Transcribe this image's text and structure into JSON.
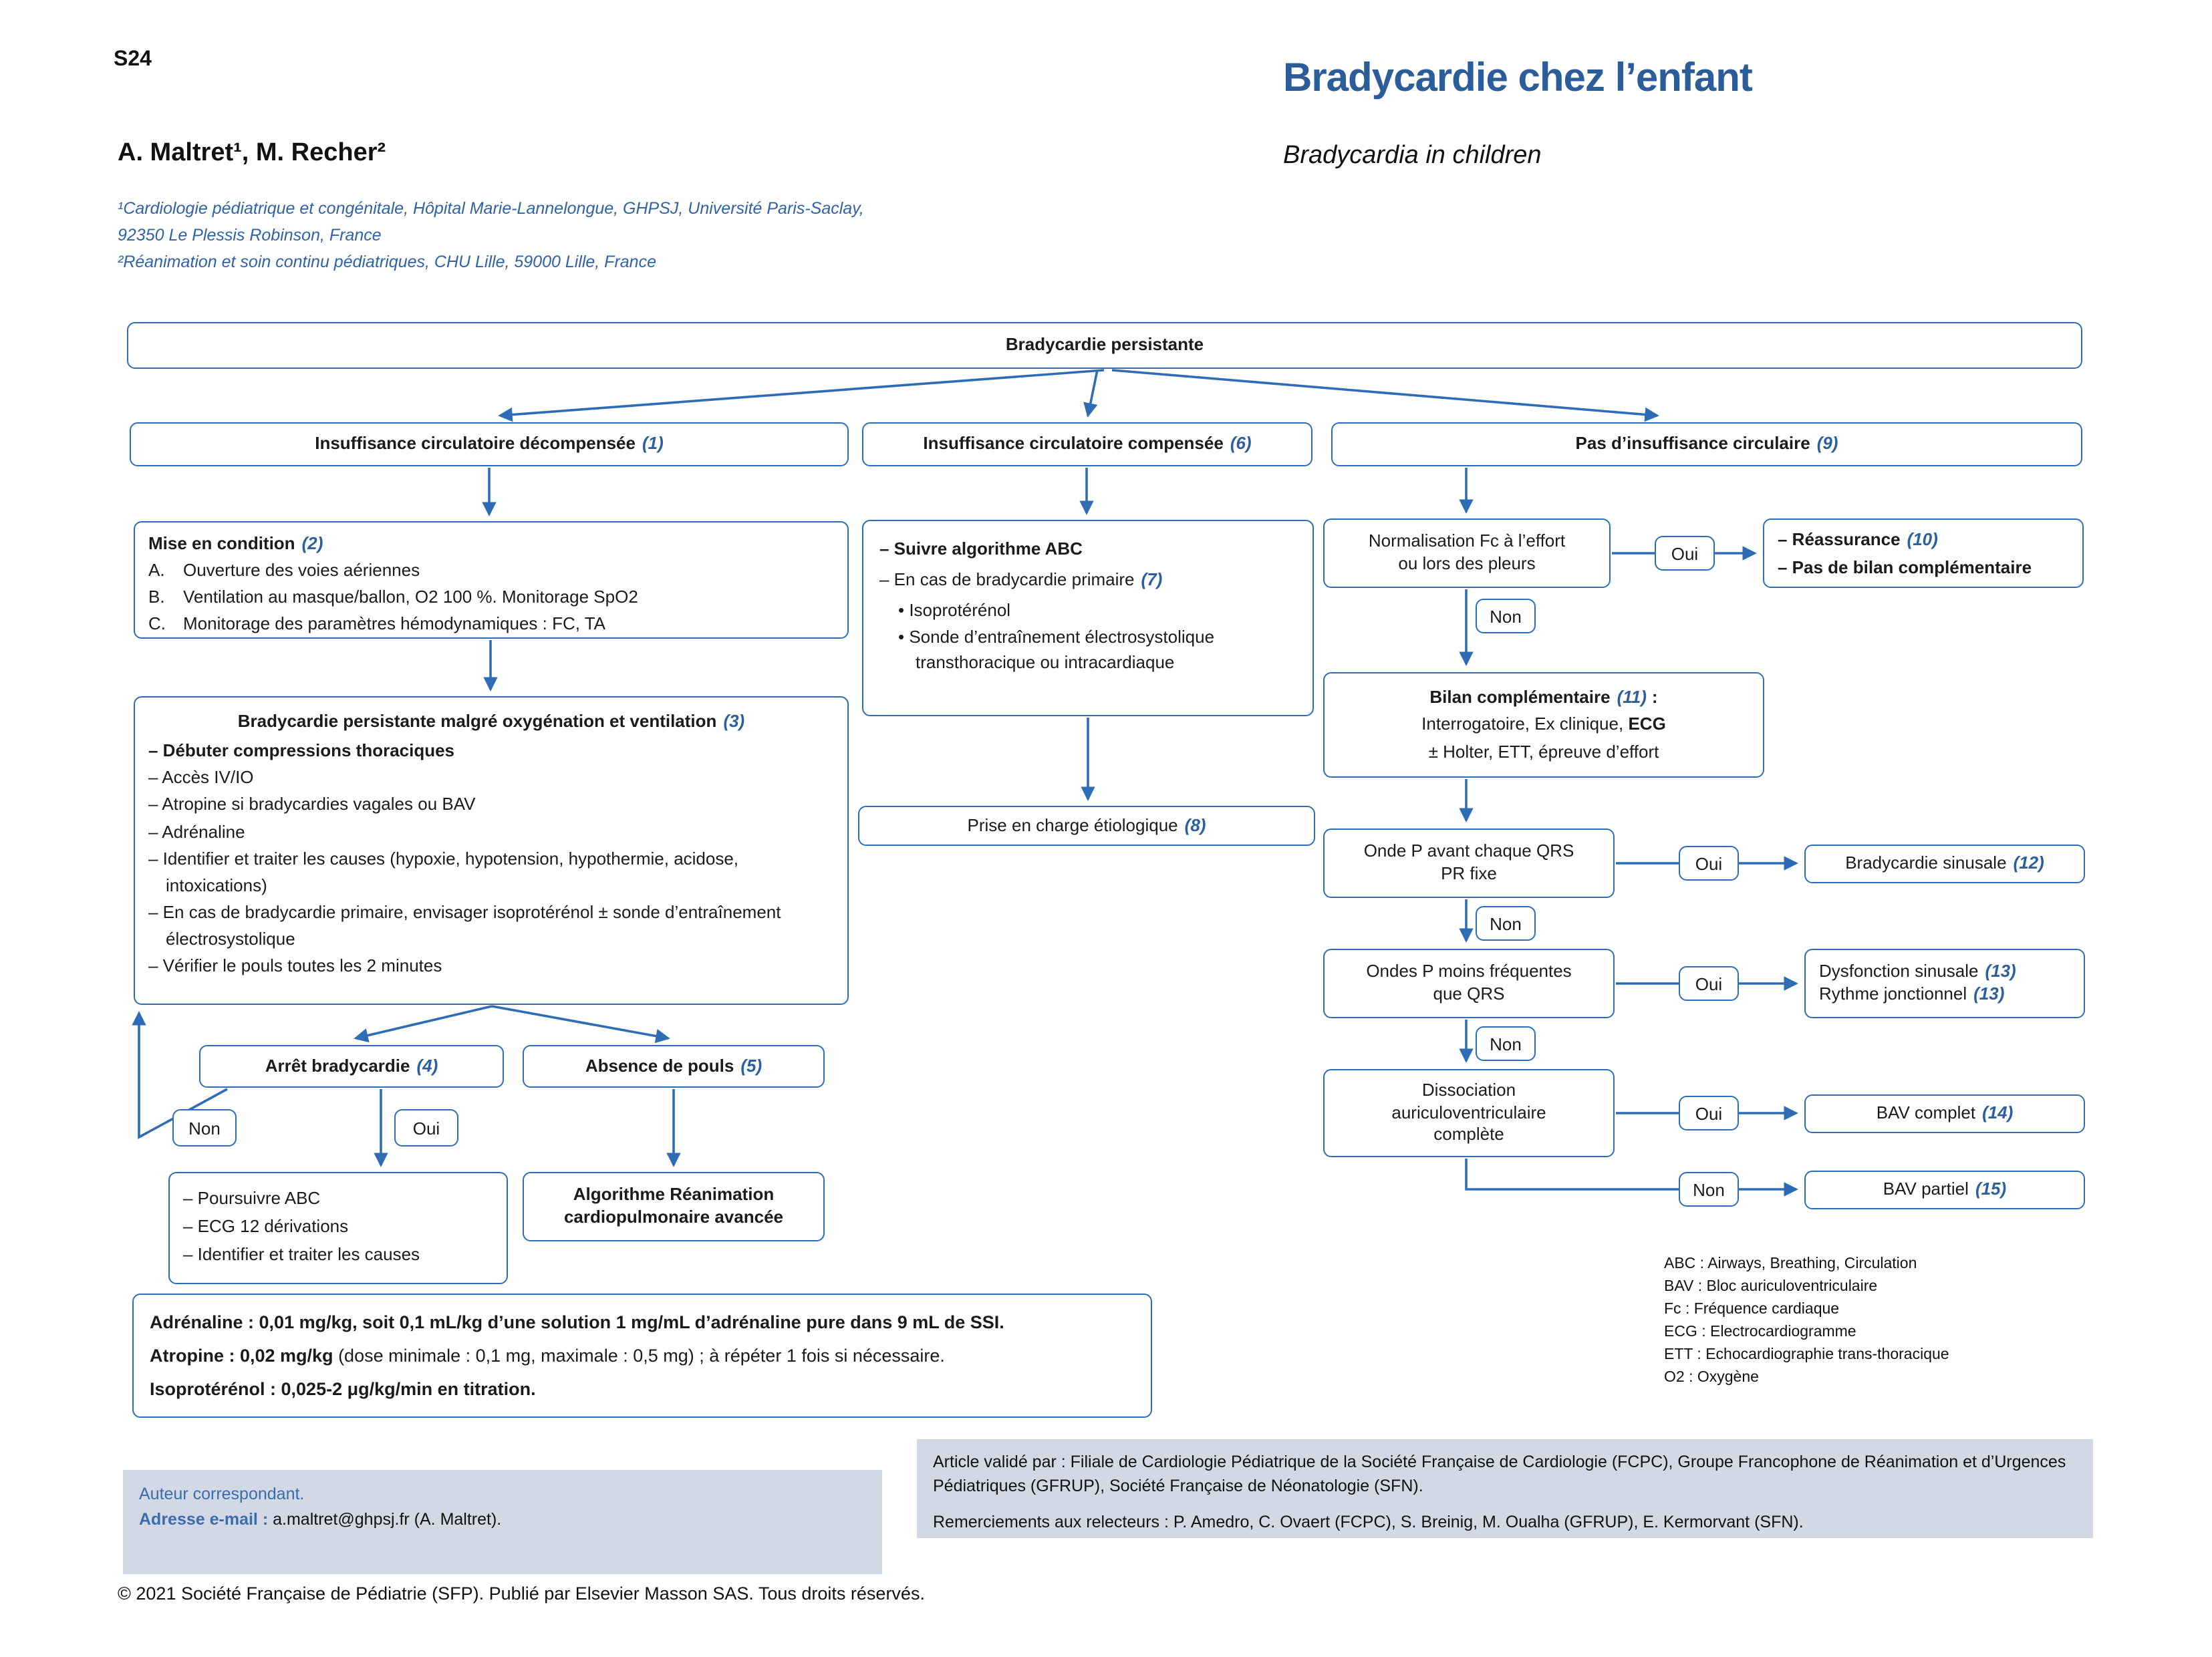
{
  "page": {
    "number": "S24",
    "copyright": "© 2021 Société Française de Pédiatrie (SFP). Publié par Elsevier Masson SAS. Tous droits réservés."
  },
  "colors": {
    "accent_border": "#2e6db6",
    "accent_number": "#2b5f9e",
    "title_blue": "#2b5d9b",
    "panel_bg": "#d2d8e4"
  },
  "header": {
    "title_fr": "Bradycardie chez l’enfant",
    "title_en": "Bradycardia in children",
    "authors": "A. Maltret¹, M. Recher²",
    "affiliations": [
      "¹Cardiologie pédiatrique et congénitale, Hôpital Marie-Lannelongue, GHPSJ, Université Paris-Saclay,",
      "92350 Le Plessis Robinson, France",
      "²Réanimation et soin continu pédiatriques, CHU Lille, 59000 Lille, France"
    ]
  },
  "flowchart": {
    "labels": {
      "oui": "Oui",
      "non": "Non"
    },
    "root": "Bradycardie persistante",
    "branch1": {
      "label": "Insuffisance circulatoire décompensée",
      "num": "(1)"
    },
    "branch2": {
      "label": "Insuffisance circulatoire compensée",
      "num": "(6)"
    },
    "branch3": {
      "label": "Pas d’insuffisance circulaire",
      "num": "(9)"
    },
    "mise": {
      "title": "Mise en condition",
      "num": "(2)",
      "items": [
        {
          "k": "A.",
          "t": "Ouverture des voies aériennes"
        },
        {
          "k": "B.",
          "t": "Ventilation au masque/ballon, O2 100 %. Monitorage SpO2"
        },
        {
          "k": "C.",
          "t": "Monitorage des paramètres hémodynamiques : FC, TA"
        }
      ]
    },
    "persist": {
      "title": "Bradycardie persistante malgré oxygénation et ventilation",
      "num": "(3)",
      "item_bold": "– Débuter compressions thoraciques",
      "items": [
        "– Accès IV/IO",
        "– Atropine si bradycardies vagales ou BAV",
        "– Adrénaline",
        "– Identifier et traiter les causes (hypoxie, hypotension, hypothermie, acidose, intoxications)",
        "– En cas de bradycardie primaire, envisager isoprotérénol ± sonde d’entraînement électrosystolique",
        "– Vérifier le pouls toutes les 2 minutes"
      ]
    },
    "arret": {
      "label": "Arrêt bradycardie",
      "num": "(4)"
    },
    "absence": {
      "label": "Absence de pouls",
      "num": "(5)"
    },
    "poursuivre": {
      "items": [
        "– Poursuivre ABC",
        "– ECG 12 dérivations",
        "– Identifier et traiter les causes"
      ]
    },
    "algo": {
      "line1": "Algorithme Réanimation",
      "line2": "cardiopulmonaire avancée"
    },
    "abc": {
      "item1": "– Suivre algorithme ABC",
      "item2": "– En cas de bradycardie primaire",
      "item2_num": "(7)",
      "item3": "• Isoprotérénol",
      "item4": "• Sonde d’entraînement électrosystolique transthoracique ou intracardiaque"
    },
    "etio": {
      "label": "Prise en charge étiologique",
      "num": "(8)"
    },
    "normalisation": {
      "line1": "Normalisation Fc à l’effort",
      "line2": "ou lors des pleurs"
    },
    "reassurance": {
      "item1": "– Réassurance",
      "item1_num": "(10)",
      "item2": "– Pas de bilan complémentaire"
    },
    "bilan": {
      "title": "Bilan complémentaire",
      "num": "(11)",
      "colon": ":",
      "line2a": "Interrogatoire, Ex clinique,",
      "line2b": "ECG",
      "line3": "± Holter, ETT, épreuve d’effort"
    },
    "ondeP": {
      "line1": "Onde P avant chaque QRS",
      "line2": "PR fixe"
    },
    "sinusale": {
      "label": "Bradycardie sinusale",
      "num": "(12)"
    },
    "ondesP": {
      "line1": "Ondes P moins fréquentes",
      "line2": "que QRS"
    },
    "dysfonction": {
      "line1": "Dysfonction sinusale",
      "line1_num": "(13)",
      "line2": "Rythme jonctionnel",
      "line2_num": "(13)"
    },
    "dissociation": {
      "line1": "Dissociation",
      "line2": "auriculoventriculaire",
      "line3": "complète"
    },
    "bavComplet": {
      "label": "BAV complet",
      "num": "(14)"
    },
    "bavPartiel": {
      "label": "BAV partiel",
      "num": "(15)"
    },
    "doses": {
      "line1": "Adrénaline : 0,01 mg/kg, soit 0,1 mL/kg d’une solution 1 mg/mL d’adrénaline pure dans 9 mL de SSI.",
      "line2_bold": "Atropine : 0,02 mg/kg",
      "line2_rest": " (dose minimale : 0,1 mg, maximale : 0,5 mg) ; à répéter 1 fois si nécessaire.",
      "line3": "Isoprotérénol : 0,025-2 μg/kg/min en titration."
    },
    "abbreviations": [
      "ABC : Airways, Breathing, Circulation",
      "BAV : Bloc auriculoventriculaire",
      "Fc : Fréquence cardiaque",
      "ECG : Electrocardiogramme",
      "ETT : Echocardiographie trans-thoracique",
      "O2 : Oxygène"
    ]
  },
  "footer": {
    "correspondant": {
      "line1": "Auteur correspondant.",
      "email_label": "Adresse e-mail :",
      "email_value": "a.maltret@ghpsj.fr (A. Maltret)."
    },
    "validation": {
      "p1": "Article validé par : Filiale de Cardiologie Pédiatrique de la Société Française de Cardiologie (FCPC), Groupe Francophone de Réanimation et d’Urgences Pédiatriques (GFRUP), Société Française de Néonatologie (SFN).",
      "p2": "Remerciements aux relecteurs : P. Amedro, C. Ovaert (FCPC), S. Breinig, M. Oualha (GFRUP), E. Kermorvant (SFN)."
    }
  }
}
